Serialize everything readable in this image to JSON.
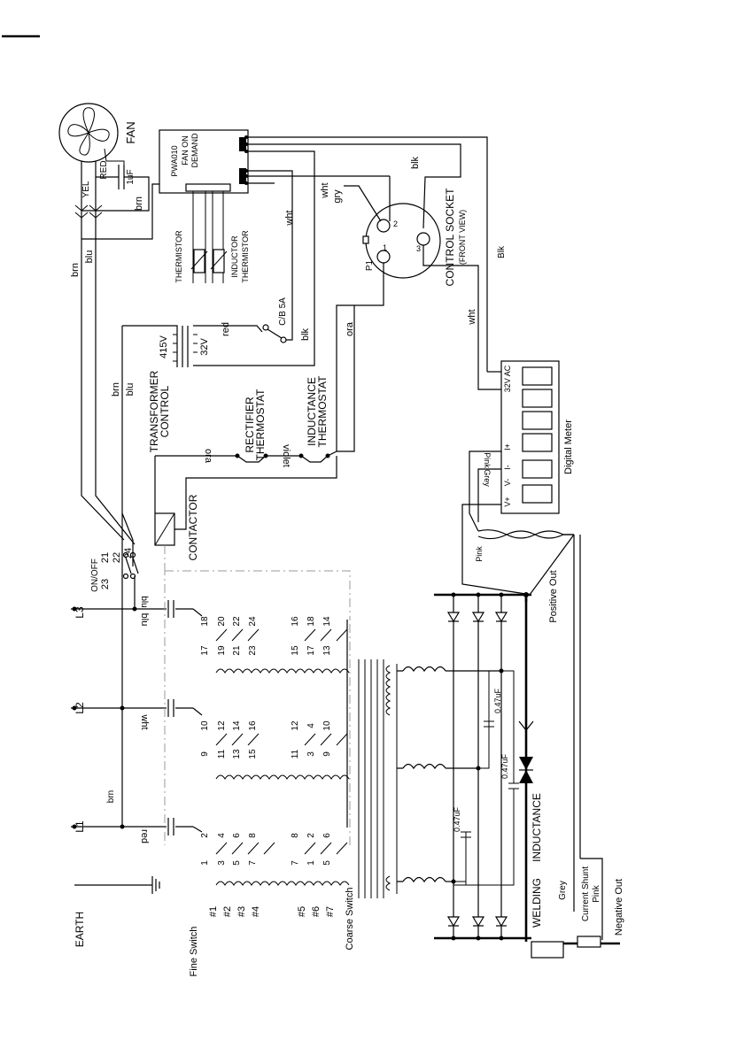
{
  "labels": {
    "fan": "FAN",
    "pwa": "PWA010",
    "fan_on": "FAN ON",
    "demand": "DEMAND",
    "yel": "YEL",
    "red_upper": "RED",
    "cap_1uf": "1uF",
    "brn": "brn",
    "blu": "blu",
    "blk": "blk",
    "wht": "wht",
    "gry": "gry",
    "ora": "ora",
    "red": "red",
    "violet": "violet",
    "thermistor": "THERMISTOR",
    "inductor": "INDUCTOR",
    "thermistor2": "THERMISTOR",
    "control_socket": "CONTROL SOCKET",
    "front_view": "(FRONT VIEW)",
    "p1": "P1",
    "pin1": "1",
    "pin2": "2",
    "pin3": "3",
    "blk_cap": "Blk",
    "wht_lower": "wht",
    "cb": "C/B 5A",
    "v415": "415V",
    "v32": "32V",
    "transformer": "TRANSFORMER",
    "control": "CONTROL",
    "rectifier": "RECTIFIER",
    "thermostat": "THERMOSTAT",
    "inductance": "INDUCTANCE",
    "thermostat2": "THERMOSTAT",
    "contactor": "CONTACTOR",
    "on_off": "ON/OFF",
    "n21": "21",
    "n22": "22",
    "n23": "23",
    "n24": "24",
    "pink": "Pink",
    "pink_lower": "Pink",
    "grey": "Grey",
    "grey_lower": "Grey",
    "v_plus": "V+",
    "v_minus": "V-",
    "i_minus": "I-",
    "i_plus": "I+",
    "ac32": "32V AC",
    "digital_meter": "Digital Meter",
    "positive_out": "Positive Out",
    "negative_out": "Negative Out",
    "current_shunt": "Current Shunt",
    "welding": "WELDING",
    "inductance_lower": "INDUCTANCE",
    "cap_047a": "0.47uF",
    "cap_047b": "0.47uF",
    "cap_047c": "0.47uF",
    "earth": "EARTH",
    "l1": "L1",
    "l2": "L2",
    "l3": "L3",
    "fine_switch": "Fine Switch",
    "coarse_switch": "Coarse Switch",
    "fine_positions": [
      "#1",
      "#2",
      "#3",
      "#4"
    ],
    "coarse_positions": [
      "#5",
      "#6",
      "#7"
    ],
    "fine_group_1": [
      "1",
      "2",
      "3",
      "4",
      "5",
      "6",
      "7",
      "8"
    ],
    "fine_group_2": [
      "9",
      "10",
      "11",
      "12",
      "13",
      "14",
      "15",
      "16"
    ],
    "fine_group_3": [
      "17",
      "18",
      "19",
      "20",
      "21",
      "22",
      "23",
      "24"
    ],
    "coarse_group_1": [
      "7",
      "8",
      "1",
      "2",
      "5",
      "6"
    ],
    "coarse_group_2": [
      "11",
      "12",
      "3",
      "4",
      "9",
      "10"
    ],
    "coarse_group_3": [
      "15",
      "16",
      "17",
      "18",
      "13",
      "14"
    ]
  }
}
